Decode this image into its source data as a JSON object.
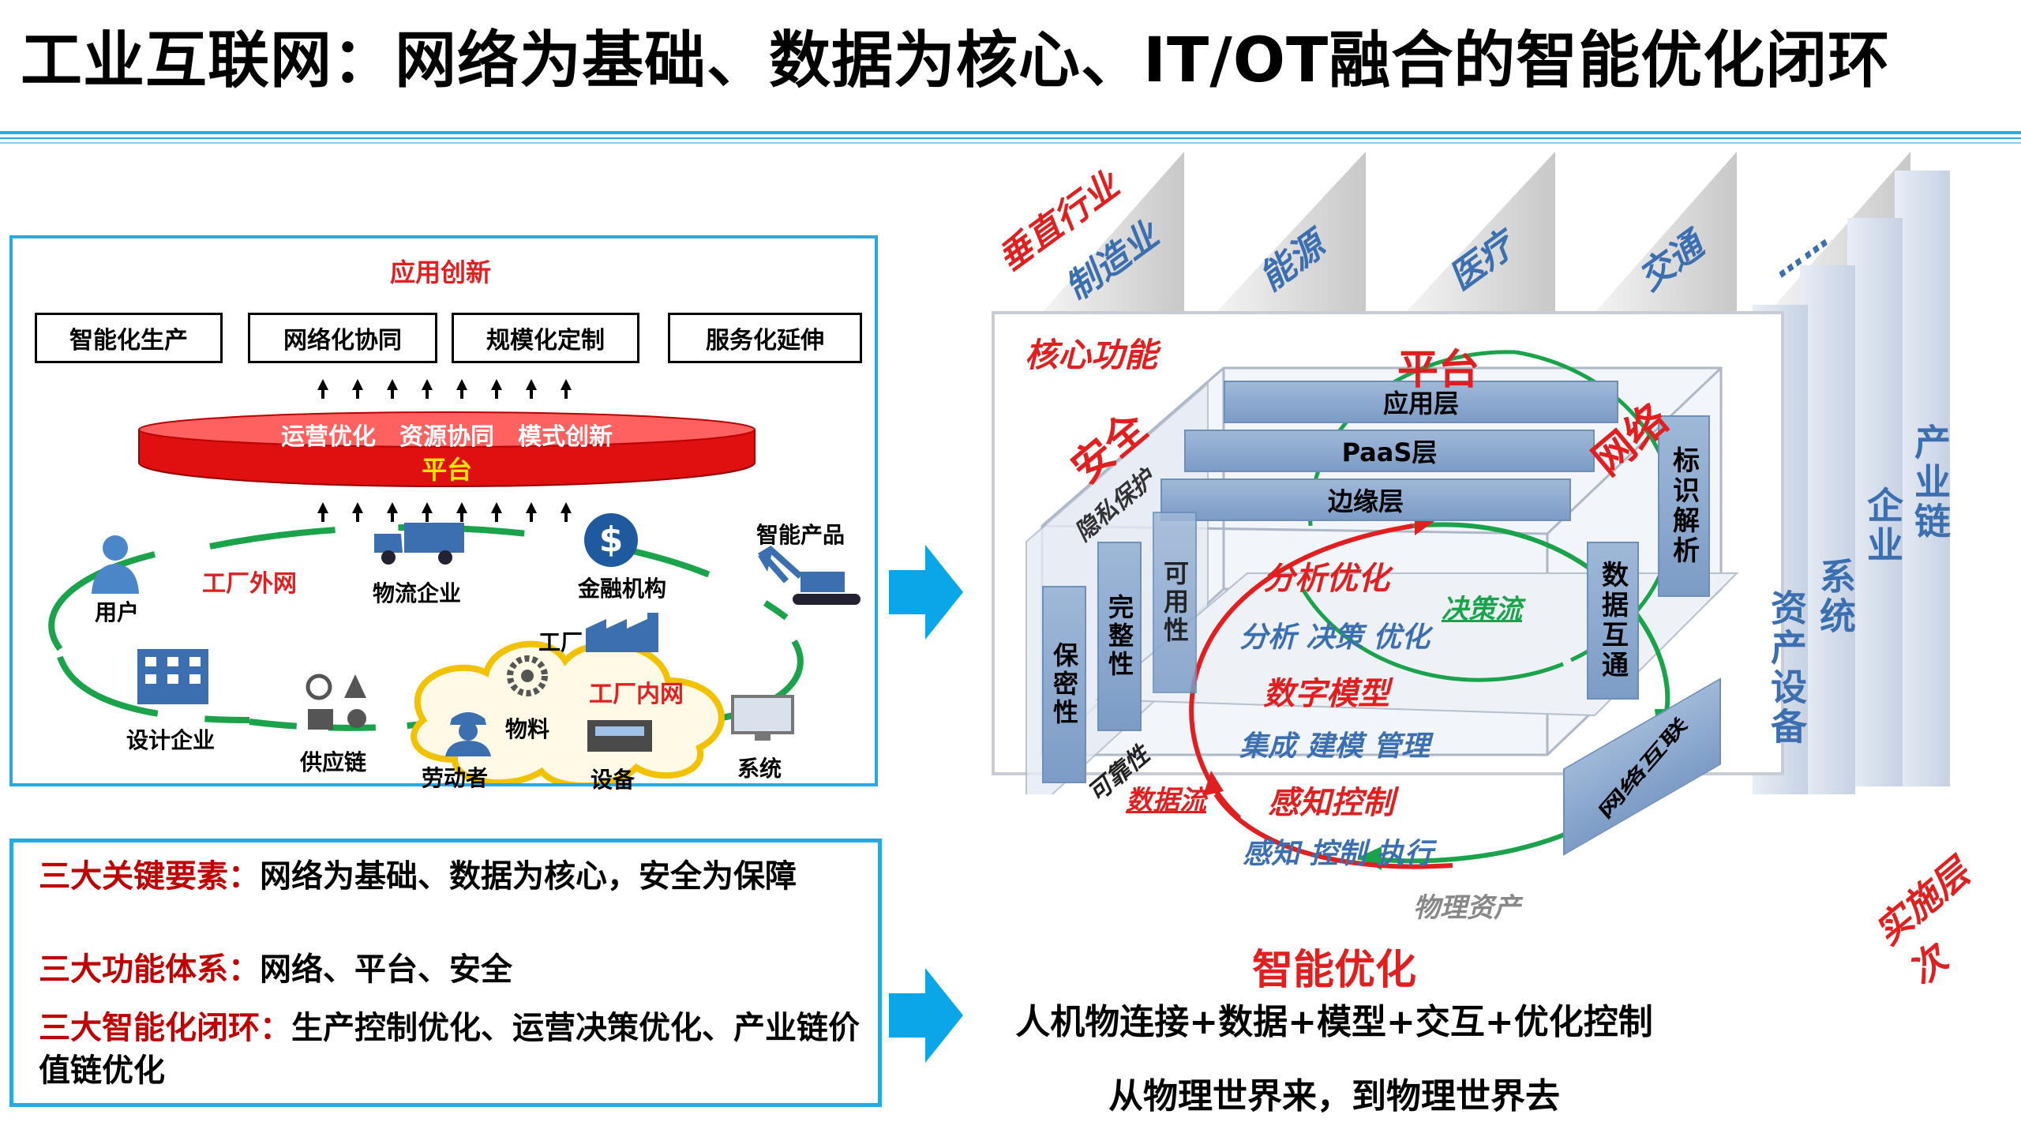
{
  "title": "工业互联网：网络为基础、数据为核心、IT/OT融合的智能优化闭环",
  "left_top": {
    "heading": "应用创新",
    "apps": [
      "智能化生产",
      "网络化协同",
      "规模化定制",
      "服务化延伸"
    ],
    "platform_line": "运营优化　资源协同　模式创新",
    "platform_label": "平台",
    "outer_net_label": "工厂外网",
    "inner_net_label": "工厂内网",
    "nodes": {
      "user": "用户",
      "logistics": "物流企业",
      "finance": "金融机构",
      "smart_product": "智能产品",
      "design": "设计企业",
      "supply": "供应链",
      "factory": "工厂",
      "material": "物料",
      "labor": "劳动者",
      "equipment": "设备",
      "system": "系统"
    }
  },
  "left_bottom": {
    "items": [
      {
        "key": "三大关键要素：",
        "value": "网络为基础、数据为核心，安全为保障"
      },
      {
        "key": "三大功能体系：",
        "value": "网络、平台、安全"
      },
      {
        "key": "三大智能化闭环：",
        "value": "生产控制优化、运营决策优化、产业链价值链优化"
      }
    ]
  },
  "right": {
    "vertical_industry": "垂直行业",
    "industries": [
      "制造业",
      "能源",
      "医疗",
      "交通",
      "……"
    ],
    "core_function": "核心功能",
    "platform": "平台",
    "security": "安全",
    "network": "网络",
    "layers": [
      "应用层",
      "PaaS层",
      "边缘层"
    ],
    "security_items": [
      "隐私保护",
      "保密性",
      "完整性",
      "可用性",
      "可靠性"
    ],
    "network_items": [
      "标识解析",
      "数据互通",
      "网络互联"
    ],
    "loop_title_1": "分析优化",
    "loop_sub_1": "分析 决策 优化",
    "loop_title_2": "数字模型",
    "loop_sub_2": "集成 建模 管理",
    "loop_title_3": "感知控制",
    "loop_sub_3": "感知 控制 执行",
    "decision_flow": "决策流",
    "data_flow": "数据流",
    "physical_asset": "物理资产",
    "levels": [
      "资产设备",
      "系统",
      "企业",
      "产业链"
    ],
    "impl_level": "实施层次",
    "smart_opt": "智能优化",
    "line1": "人机物连接+数据+模型+交互+优化控制",
    "line2": "从物理世界来，到物理世界去"
  }
}
